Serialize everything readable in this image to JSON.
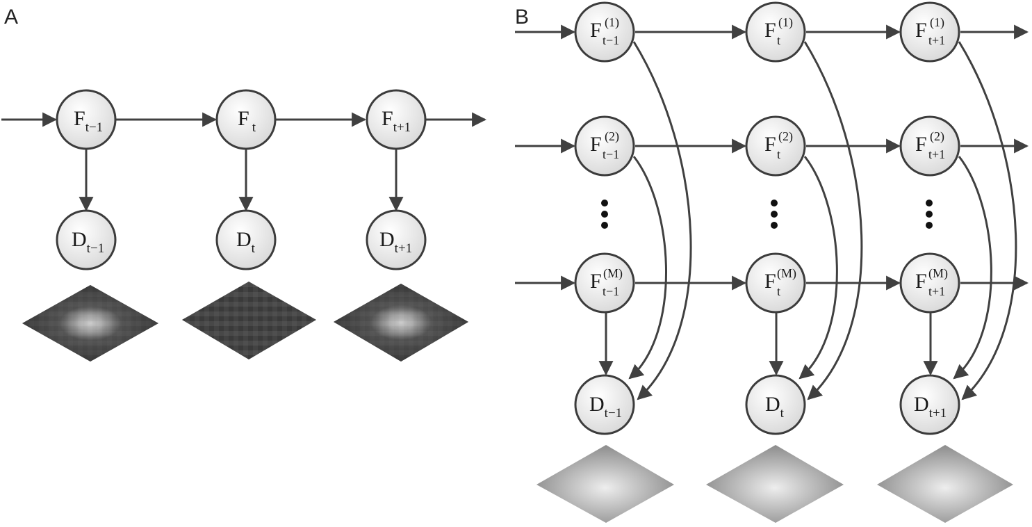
{
  "panels": [
    {
      "label": "A",
      "nodes": [
        {
          "id": "F_tm1",
          "main": "F",
          "sub": "t−1",
          "sup": ""
        },
        {
          "id": "F_t",
          "main": "F",
          "sub": "t",
          "sup": ""
        },
        {
          "id": "F_tp1",
          "main": "F",
          "sub": "t+1",
          "sup": ""
        },
        {
          "id": "D_tm1",
          "main": "D",
          "sub": "t−1",
          "sup": ""
        },
        {
          "id": "D_t",
          "main": "D",
          "sub": "t",
          "sup": ""
        },
        {
          "id": "D_tp1",
          "main": "D",
          "sub": "t+1",
          "sup": ""
        }
      ],
      "edges": [
        [
          "in",
          "F_tm1"
        ],
        [
          "F_tm1",
          "F_t"
        ],
        [
          "F_t",
          "F_tp1"
        ],
        [
          "F_tp1",
          "out"
        ],
        [
          "F_tm1",
          "D_tm1"
        ],
        [
          "F_t",
          "D_t"
        ],
        [
          "F_tp1",
          "D_tp1"
        ]
      ]
    },
    {
      "label": "B",
      "nodes": [
        {
          "id": "F1_tm1",
          "main": "F",
          "sub": "t−1",
          "sup": "(1)"
        },
        {
          "id": "F1_t",
          "main": "F",
          "sub": "t",
          "sup": "(1)"
        },
        {
          "id": "F1_tp1",
          "main": "F",
          "sub": "t+1",
          "sup": "(1)"
        },
        {
          "id": "F2_tm1",
          "main": "F",
          "sub": "t−1",
          "sup": "(2)"
        },
        {
          "id": "F2_t",
          "main": "F",
          "sub": "t",
          "sup": "(2)"
        },
        {
          "id": "F2_tp1",
          "main": "F",
          "sub": "t+1",
          "sup": "(2)"
        },
        {
          "id": "FM_tm1",
          "main": "F",
          "sub": "t−1",
          "sup": "(M)"
        },
        {
          "id": "FM_t",
          "main": "F",
          "sub": "t",
          "sup": "(M)"
        },
        {
          "id": "FM_tp1",
          "main": "F",
          "sub": "t+1",
          "sup": "(M)"
        },
        {
          "id": "DB_tm1",
          "main": "D",
          "sub": "t−1",
          "sup": ""
        },
        {
          "id": "DB_t",
          "main": "D",
          "sub": "t",
          "sup": ""
        },
        {
          "id": "DB_tp1",
          "main": "D",
          "sub": "t+1",
          "sup": ""
        }
      ]
    }
  ],
  "colors": {
    "stroke": "#404040",
    "node_fill_light": "#ffffff",
    "node_fill_dark": "#dcdcdc"
  }
}
